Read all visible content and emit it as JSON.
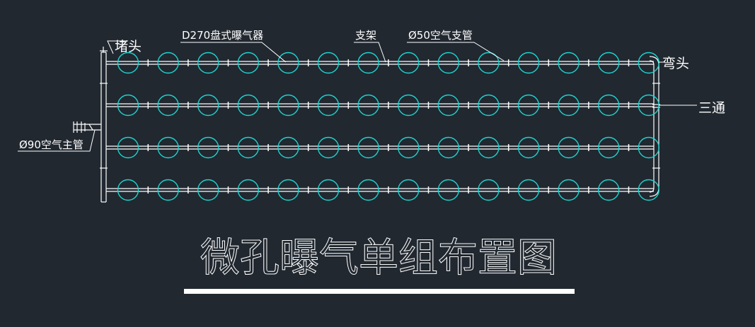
{
  "drawing": {
    "background_color": "#212830",
    "pipe_color": "#ffffff",
    "diffuser_color": "#1ed3cf",
    "title": "微孔曝气单组布置图",
    "labels": {
      "end_cap": "堵头",
      "diffuser": "D270盘式曝气器",
      "support": "支架",
      "branch_pipe": "Ø50空气支管",
      "elbow": "弯头",
      "tee": "三通",
      "main_pipe": "Ø90空气主管"
    },
    "layout": {
      "rows": 4,
      "diffusers_per_row": 14
    }
  }
}
